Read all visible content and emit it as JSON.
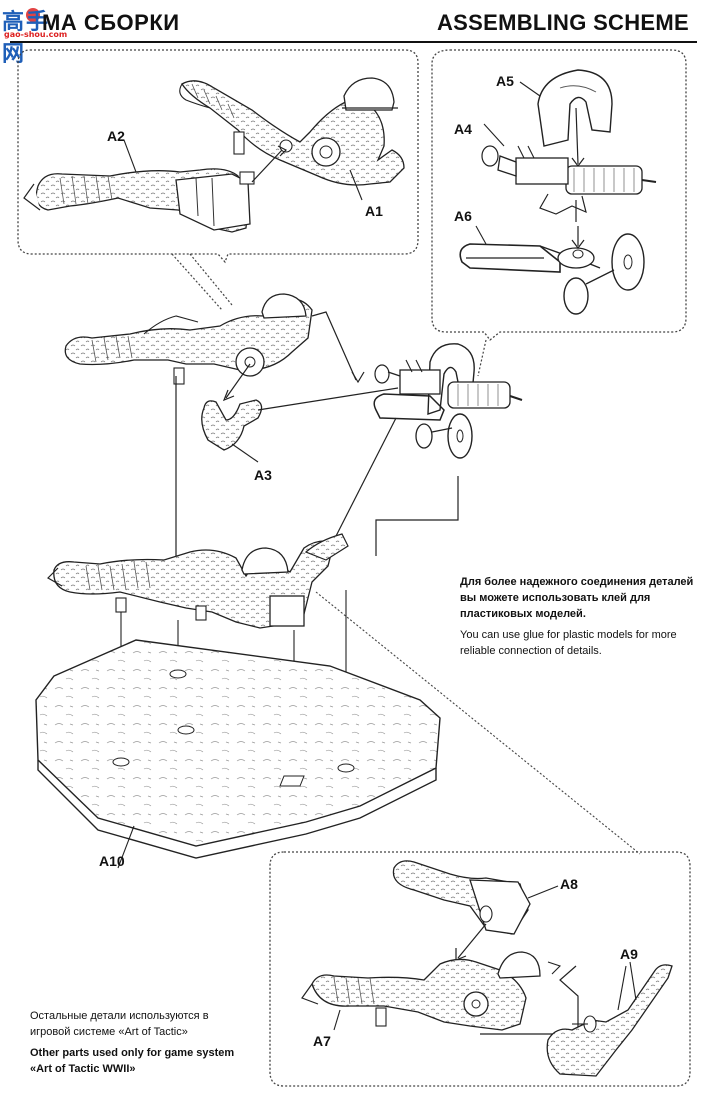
{
  "header": {
    "title_ru": "МА СБОРКИ",
    "title_en": "ASSEMBLING SCHEME"
  },
  "watermark": {
    "chars": "高手网",
    "url": "gao-shou.com"
  },
  "labels": {
    "a1": "A1",
    "a2": "A2",
    "a3": "A3",
    "a4": "A4",
    "a5": "A5",
    "a6": "A6",
    "a7": "A7",
    "a8": "A8",
    "a9": "A9",
    "a10": "A10"
  },
  "glue_note": {
    "ru": "Для более надежного соединения деталей вы можете использовать клей для пластиковых моделей.",
    "en": "You can use glue for plastic models for more reliable connection of details."
  },
  "other_parts": {
    "ru": "Остальные детали используются в игровой системе «Art of Tactic»",
    "en": "Other parts used only for game system «Art of Tactic WWII»"
  }
}
